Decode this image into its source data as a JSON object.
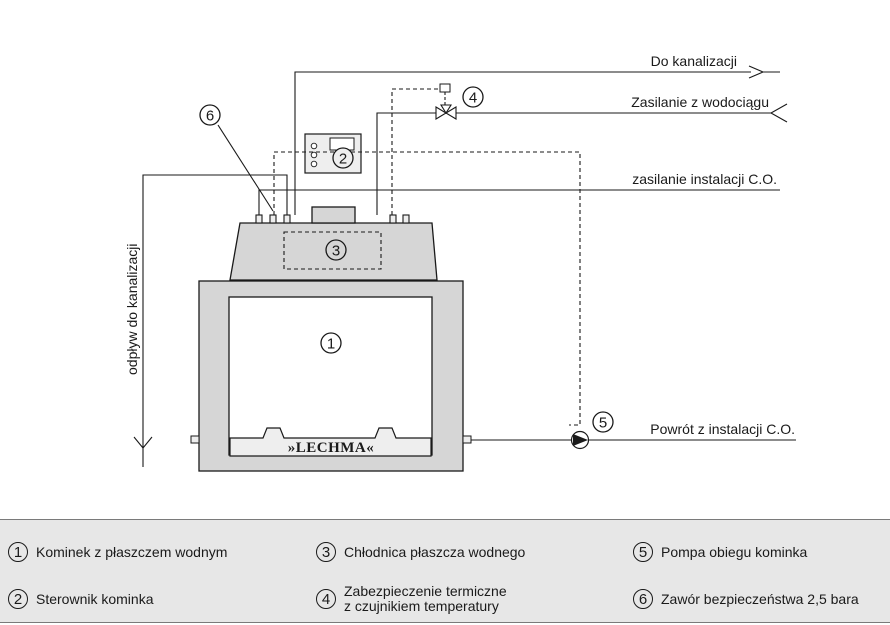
{
  "labels": {
    "do_kanalizacji": "Do kanalizacji",
    "zasilanie_wodociag": "Zasilanie z wodociągu",
    "zasilanie_co": "zasilanie instalacji C.O.",
    "powrot_co": "Powrót z instalacji C.O.",
    "odplyw": "odpływ do kanalizacji",
    "brand": "»LECHMA«"
  },
  "markers": {
    "m1": "1",
    "m2": "2",
    "m3": "3",
    "m4": "4",
    "m5": "5",
    "m6": "6"
  },
  "legend": {
    "items": [
      {
        "num": "1",
        "text": "Kominek z płaszczem wodnym"
      },
      {
        "num": "2",
        "text": "Sterownik kominka"
      },
      {
        "num": "3",
        "text": "Chłodnica płaszcza wodnego"
      },
      {
        "num": "4",
        "text": "Zabezpieczenie termiczne\nz czujnikiem temperatury"
      },
      {
        "num": "5",
        "text": "Pompa obiegu kominka"
      },
      {
        "num": "6",
        "text": "Zawór bezpieczeństwa 2,5 bara"
      }
    ]
  },
  "colors": {
    "line": "#1a1a1a",
    "fill_gray": "#d6d6d6",
    "fill_light": "#eeeeee",
    "legend_bg": "#e7e7e7"
  }
}
